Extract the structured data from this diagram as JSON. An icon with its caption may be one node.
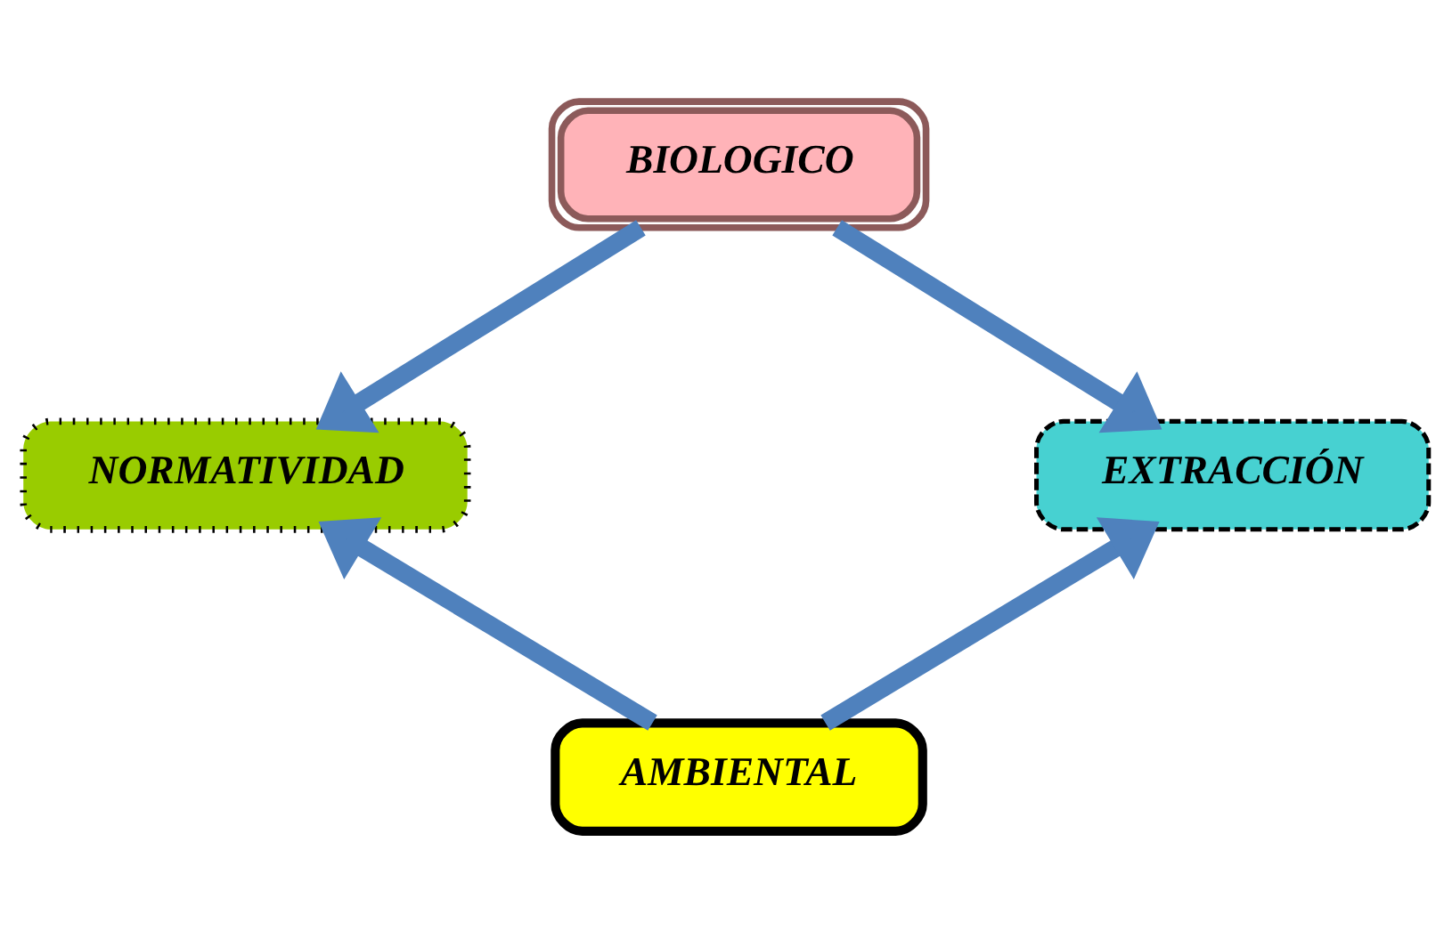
{
  "diagram": {
    "nodes": [
      {
        "text": [
          "BIOLOGICO"
        ]
      },
      {
        "text": [
          "NORMATIVIDAD"
        ]
      },
      {
        "text": [
          "EXTRACCIÓN"
        ]
      },
      {
        "text": [
          "AMBIENTAL"
        ]
      }
    ],
    "edges": [
      {
        "from": 0,
        "to": 1,
        "arrow": "to"
      },
      {
        "from": 0,
        "to": 2,
        "arrow": "to"
      },
      {
        "from": 3,
        "to": 1,
        "arrow": "to"
      },
      {
        "from": 3,
        "to": 2,
        "arrow": "to"
      }
    ]
  }
}
